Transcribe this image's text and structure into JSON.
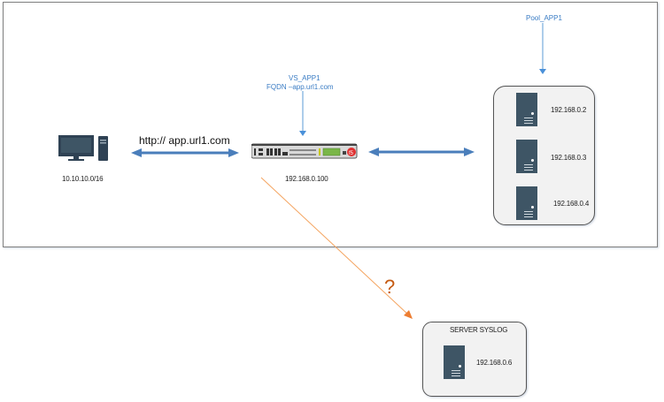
{
  "client": {
    "icon": "desktop-computer-icon",
    "subnet": "10.10.10.0/16"
  },
  "link_client_f5": {
    "label": "http:// app.url1.com"
  },
  "virtual_server": {
    "name": "VS_APP1",
    "fqdn": "FQDN –app.url1.com"
  },
  "f5_device": {
    "icon": "f5-load-balancer-icon",
    "ip": "192.168.0.100"
  },
  "pool": {
    "name": "Pool_APP1",
    "members": [
      {
        "icon": "server-icon",
        "ip": "192.168.0.2"
      },
      {
        "icon": "server-icon",
        "ip": "192.168.0.3"
      },
      {
        "icon": "server-icon",
        "ip": "192.168.0.4"
      }
    ]
  },
  "syslog": {
    "title": "SERVER SYSLOG",
    "icon": "server-icon",
    "ip": "192.168.0.6"
  },
  "question_mark": "?",
  "colors": {
    "link_blue": "#4a7ebb",
    "label_blue": "#3a7cc4",
    "orange": "#f4a460",
    "server": "#3e5565"
  }
}
